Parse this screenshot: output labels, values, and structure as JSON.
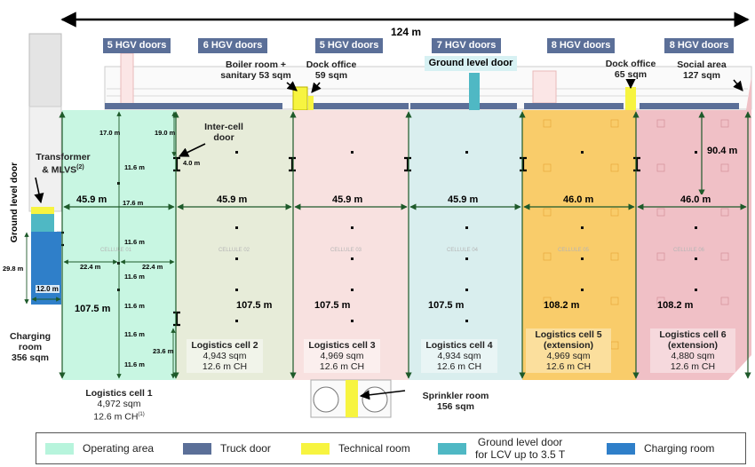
{
  "overall_width": "124 m",
  "door_labels": [
    "5 HGV doors",
    "6 HGV doors",
    "5 HGV doors",
    "7 HGV doors",
    "8 HGV doors",
    "8 HGV doors"
  ],
  "rooms": {
    "boiler": "Boiler room +\nsanitary 53 sqm",
    "dock1": "Dock office\n59 sqm",
    "ground_door": "Ground level door",
    "dock2": "Dock office\n65 sqm",
    "social": "Social area\n127 sqm",
    "inter_cell": "Inter-cell\ndoor",
    "transformer": "Transformer\n& MLVS",
    "transformer_sup": "(2)",
    "ground_door_side": "Ground level door",
    "charging": "Charging\nroom\n356 sqm",
    "sprinkler": "Sprinkler room\n156 sqm"
  },
  "dims": {
    "w1": "45.9 m",
    "w2": "45.9 m",
    "w3": "45.9 m",
    "w4": "45.9 m",
    "w5": "46.0 m",
    "w6": "46.0 m",
    "h1": "107.5 m",
    "h2": "107.5 m",
    "h3": "107.5 m",
    "h4": "107.5 m",
    "h5": "108.2 m",
    "h6": "108.2 m",
    "d90": "90.4 m",
    "d17a": "17.0 m",
    "d19": "19.0 m",
    "d4": "4.0 m",
    "d17b": "17.6 m",
    "d116": "11.6 m",
    "d224": "22.4 m",
    "d236": "23.6 m",
    "d298": "29.8 m",
    "d12": "12.0 m"
  },
  "cells": [
    {
      "name": "Logistics cell 1",
      "area": "4,972 sqm",
      "ch": "12.6 m CH",
      "sup": "(1)"
    },
    {
      "name": "Logistics cell 2",
      "area": "4,943 sqm",
      "ch": "12.6 m CH"
    },
    {
      "name": "Logistics cell 3",
      "area": "4,969 sqm",
      "ch": "12.6 m CH"
    },
    {
      "name": "Logistics cell 4",
      "area": "4,934 sqm",
      "ch": "12.6 m CH"
    },
    {
      "name": "Logistics cell 5",
      "sub": "(extension)",
      "area": "4,969 sqm",
      "ch": "12.6 m CH"
    },
    {
      "name": "Logistics cell 6",
      "sub": "(extension)",
      "area": "4,880 sqm",
      "ch": "12.6 m CH"
    }
  ],
  "legend": [
    {
      "label": "Operating area",
      "color": "#b7f4dc"
    },
    {
      "label": "Truck door",
      "color": "#5b6f98"
    },
    {
      "label": "Technical room",
      "color": "#f7f440"
    },
    {
      "label": "Ground level door\nfor LCV up to 3.5 T",
      "color": "#4fb8c4"
    },
    {
      "label": "Charging room",
      "color": "#2f7fc9"
    }
  ],
  "colors": {
    "cell1": "#c8f6e2",
    "cell2": "#e7ecd9",
    "cell3": "#f8e1e0",
    "cell4": "#d9eeee",
    "cell5": "#f9cc6a",
    "cell6": "#f0c0c6",
    "truck": "#5b6f98",
    "tech": "#f7f440",
    "ground": "#4fb8c4",
    "charging": "#2f7fc9",
    "arrow": "#1e5a2a"
  }
}
